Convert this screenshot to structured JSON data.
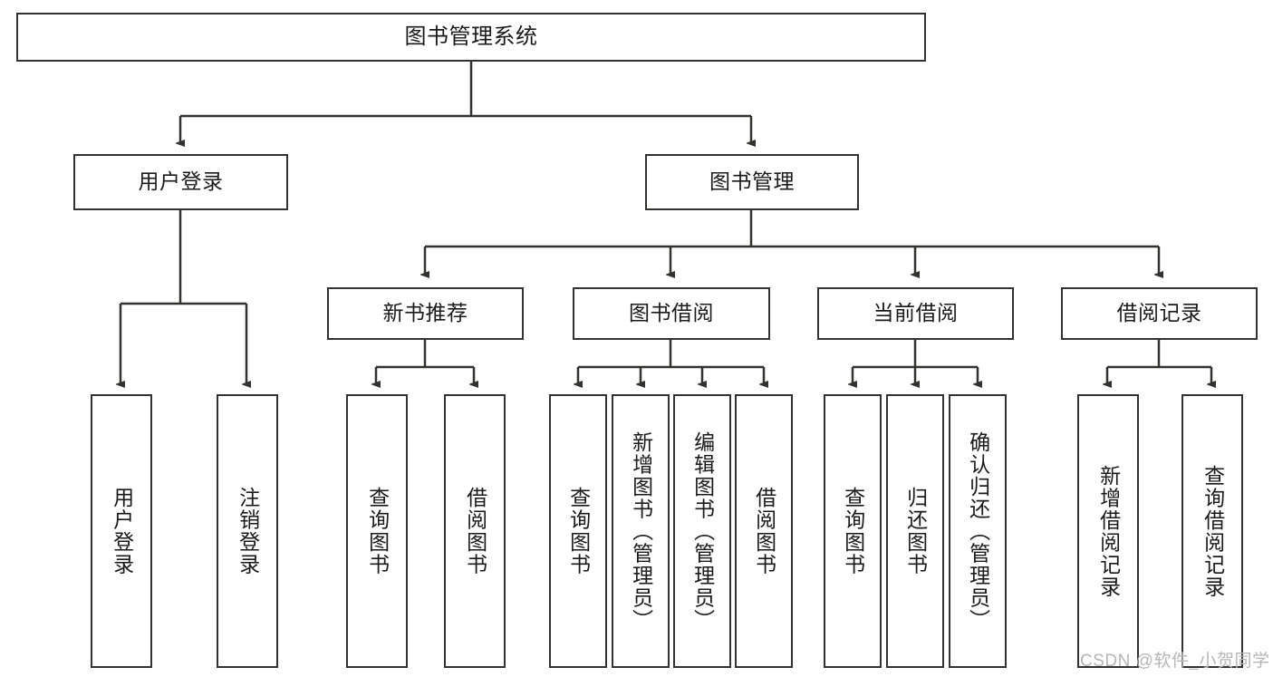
{
  "diagram": {
    "title": "图书管理系统",
    "watermark": "CSDN @软件_小贺同学",
    "stroke_color": "#33322f",
    "fill_color": "#ffffff",
    "text_color": "#1a1a1a",
    "nodes": {
      "root": "图书管理系统",
      "level1": [
        "用户登录",
        "图书管理"
      ],
      "level2": [
        "新书推荐",
        "图书借阅",
        "当前借阅",
        "借阅记录"
      ],
      "leaves": {
        "user_login": [
          "用户登录",
          "注销登录"
        ],
        "new_book": [
          "查询图书",
          "借阅图书"
        ],
        "book_borrow": [
          "查询图书",
          "新增图书（管理员）",
          "编辑图书（管理员）",
          "借阅图书"
        ],
        "current_borrow": [
          "查询图书",
          "归还图书",
          "确认归还（管理员）"
        ],
        "borrow_record": [
          "新增借阅记录",
          "查询借阅记录"
        ]
      }
    }
  }
}
